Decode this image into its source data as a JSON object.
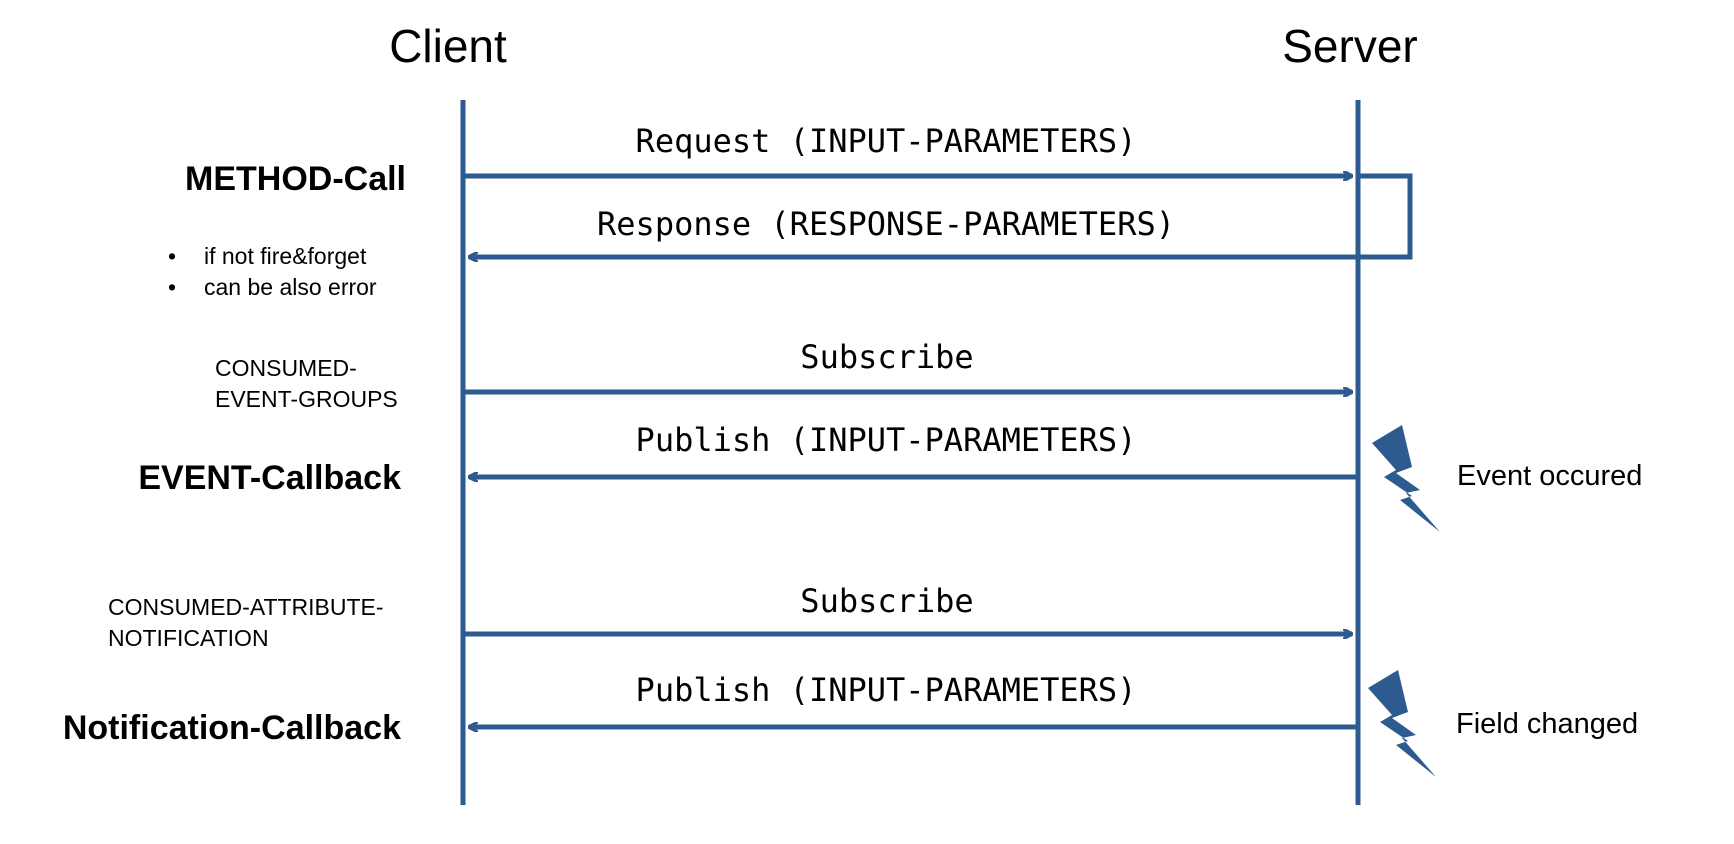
{
  "lifelines": {
    "client": "Client",
    "server": "Server"
  },
  "messages": {
    "request": "Request (INPUT-PARAMETERS)",
    "response": "Response (RESPONSE-PARAMETERS)",
    "subscribe_event": "Subscribe",
    "publish_event": "Publish (INPUT-PARAMETERS)",
    "subscribe_field": "Subscribe",
    "publish_field": "Publish (INPUT-PARAMETERS)"
  },
  "sections": {
    "method_call": "METHOD-Call",
    "method_notes": [
      "if not fire&forget",
      "can be also error"
    ],
    "event_groups_line1": "CONSUMED-",
    "event_groups_line2": "EVENT-GROUPS",
    "event_callback": "EVENT-Callback",
    "attribute_line1": "CONSUMED-ATTRIBUTE-",
    "attribute_line2": "NOTIFICATION",
    "notification_callback": "Notification-Callback"
  },
  "triggers": {
    "event": "Event occured",
    "field": "Field changed"
  },
  "colors": {
    "line": "#2e5b8f",
    "lightning": "#2e5b8f",
    "text": "#000000"
  },
  "icons": {
    "event_trigger": "lightning-bolt-icon",
    "field_trigger": "lightning-bolt-icon"
  }
}
